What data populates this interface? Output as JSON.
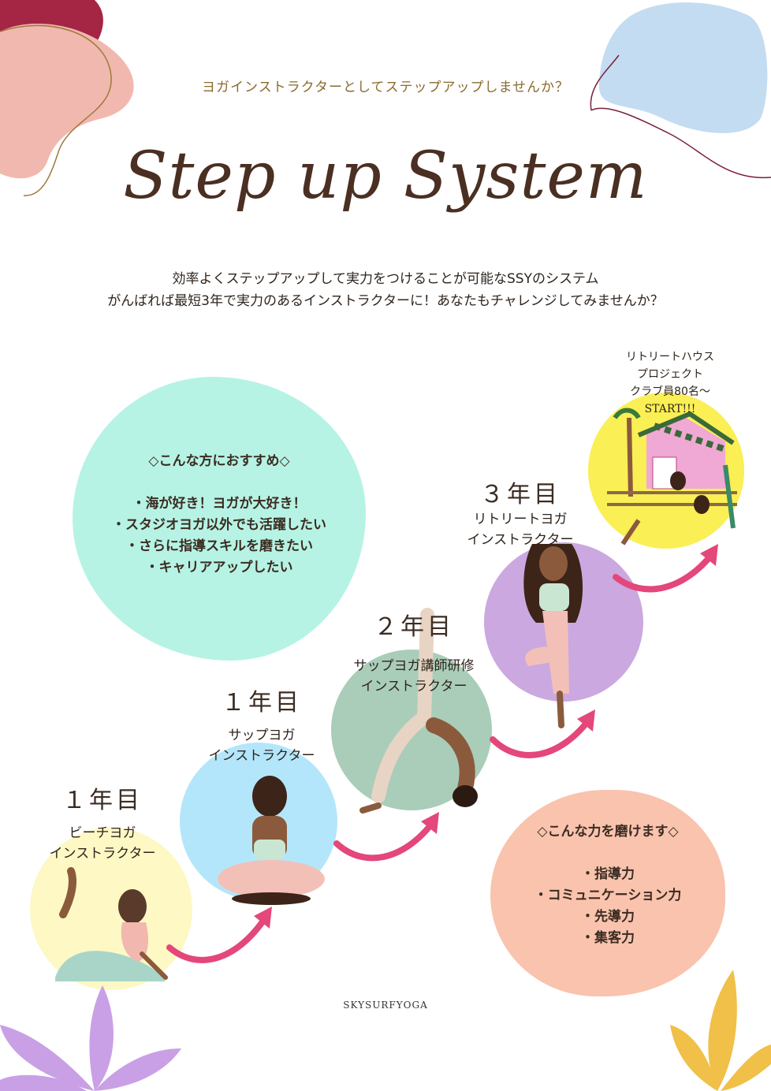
{
  "header": {
    "tagline": "ヨガインストラクターとしてステップアップしませんか？",
    "title": "Step up System",
    "intro_line1": "効率よくステップアップして実力をつけることが可能なSSYのシステム",
    "intro_line2": "がんばれば最短3年で実力のあるインストラクターに！あなたもチャレンジしてみませんか？"
  },
  "recommend": {
    "heading": "◇こんな方におすすめ◇",
    "items": [
      "・海が好き！ヨガが大好き！",
      "・スタジオヨガ以外でも活躍したい",
      "・さらに指導スキルを磨きたい",
      "・キャリアアップしたい"
    ]
  },
  "skills": {
    "heading": "◇こんな力を磨けます◇",
    "items": [
      "・指導力",
      "・コミュニケーション力",
      "・先導力",
      "・集客力"
    ]
  },
  "steps": [
    {
      "year": "１年目",
      "role_line1": "ビーチヨガ",
      "role_line2": "インストラクター"
    },
    {
      "year": "１年目",
      "role_line1": "サップヨガ",
      "role_line2": "インストラクター"
    },
    {
      "year": "２年目",
      "role_line1": "サップヨガ講師研修",
      "role_line2": "インストラクター"
    },
    {
      "year": "３年目",
      "role_line1": "リトリートヨガ",
      "role_line2": "インストラクター"
    }
  ],
  "goal": {
    "line1": "リトリートハウス",
    "line2": "プロジェクト",
    "line3": "クラブ員80名～",
    "line4": "START!!!"
  },
  "footer": {
    "brand": "SKYSURFYOGA"
  },
  "colors": {
    "circle_yellow": "#fdf8c4",
    "circle_blue": "#b4e6fb",
    "circle_sage": "#a9cdb9",
    "circle_purple": "#cba8e0",
    "circle_goal": "#faef54",
    "box_mint": "#b6f3e4",
    "box_peach": "#f9c3ad",
    "arrow": "#e4477a"
  }
}
